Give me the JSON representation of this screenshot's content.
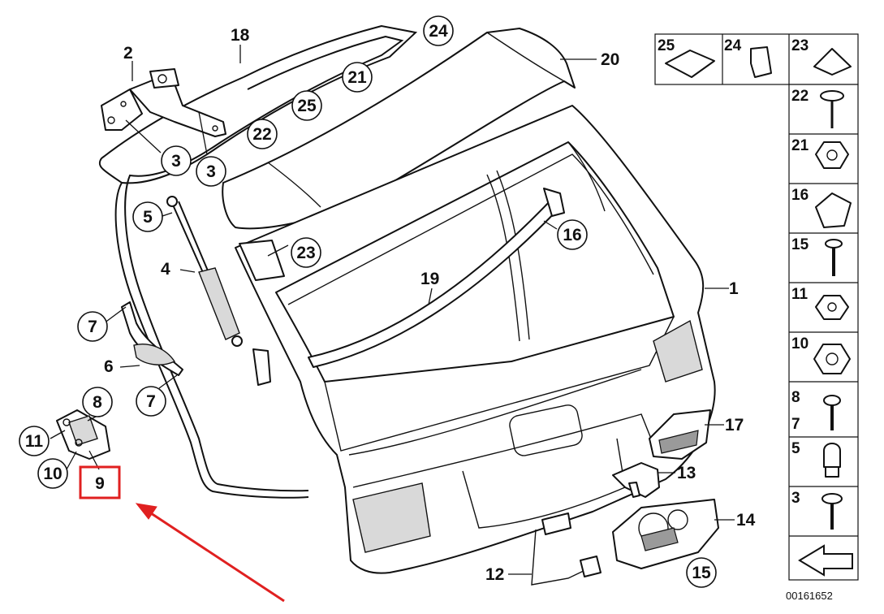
{
  "diagram": {
    "document_number": "00161652",
    "labels": {
      "l1": "1",
      "l2": "2",
      "l3a": "3",
      "l3b": "3",
      "l4": "4",
      "l5": "5",
      "l6": "6",
      "l7a": "7",
      "l7b": "7",
      "l8": "8",
      "l9": "9",
      "l10": "10",
      "l11": "11",
      "l12": "12",
      "l13": "13",
      "l14": "14",
      "l15": "15",
      "l16": "16",
      "l17": "17",
      "l18": "18",
      "l19": "19",
      "l20": "20",
      "l21": "21",
      "l22": "22",
      "l23": "23",
      "l24": "24",
      "l25": "25"
    },
    "side_panel": {
      "top_row": [
        "25",
        "24",
        "23"
      ],
      "column": [
        "22",
        "21",
        "16",
        "15",
        "11",
        "10",
        "8",
        "7",
        "5",
        "3"
      ]
    },
    "highlight": {
      "target_label": "9",
      "color": "#e02020"
    }
  }
}
